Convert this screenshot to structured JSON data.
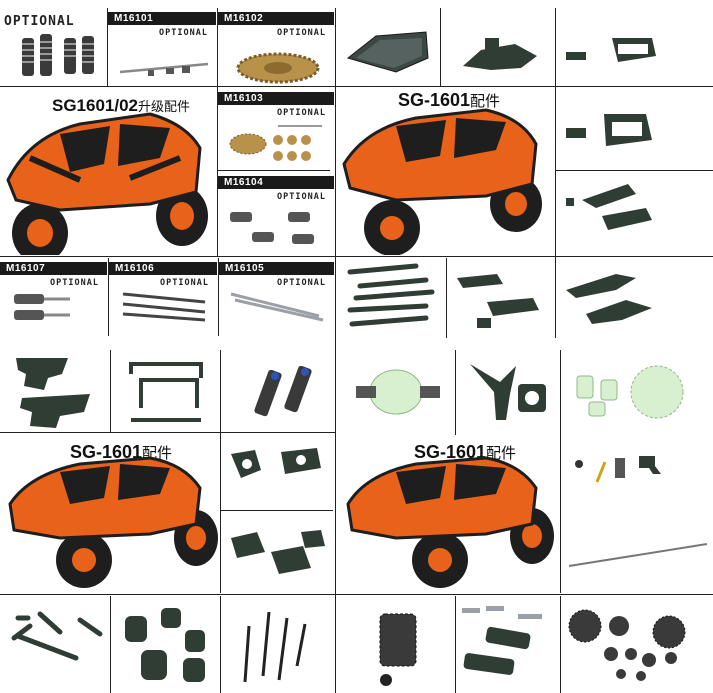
{
  "optional_label": "OPTIONAL",
  "parts": {
    "m16101": "M16101",
    "m16102": "M16102",
    "m16103": "M16103",
    "m16104": "M16104",
    "m16105": "M16105",
    "m16106": "M16106",
    "m16107": "M16107"
  },
  "captions": {
    "upgrade_model": "SG1601/02",
    "upgrade_suffix": "升级配件",
    "model": "SG-1601",
    "parts_suffix": "配件"
  },
  "colors": {
    "body_orange": "#e8621a",
    "body_black": "#1e1e1e",
    "part_dark_green": "#2f3d35",
    "metal": "#9aa0a6",
    "gold": "#b8924a",
    "nylon": "#d8f0cf"
  }
}
